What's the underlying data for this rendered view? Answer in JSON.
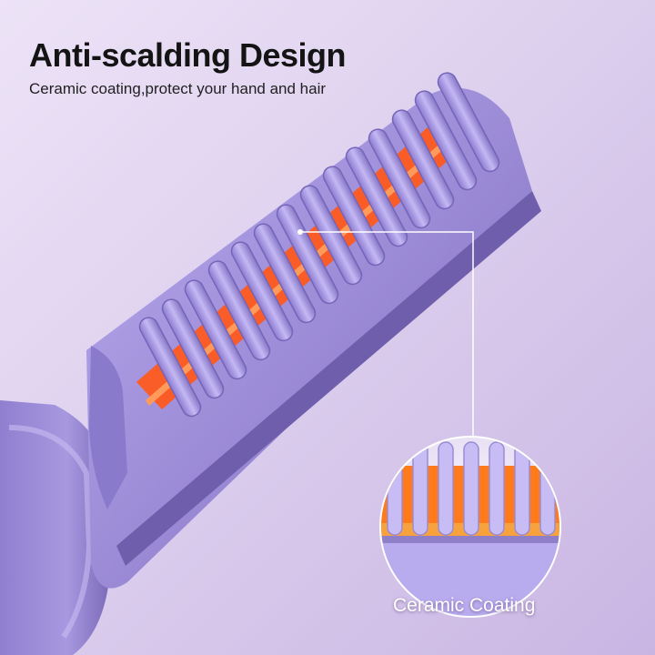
{
  "headline": "Anti-scalding Design",
  "subline": "Ceramic coating,protect your hand and hair",
  "zoom_label": "Ceramic Coating",
  "colors": {
    "background": "#ddd0ee",
    "device_purple": "#a08fd6",
    "heating_orange": "#ff5a1e",
    "callout_line": "#ffffff"
  }
}
